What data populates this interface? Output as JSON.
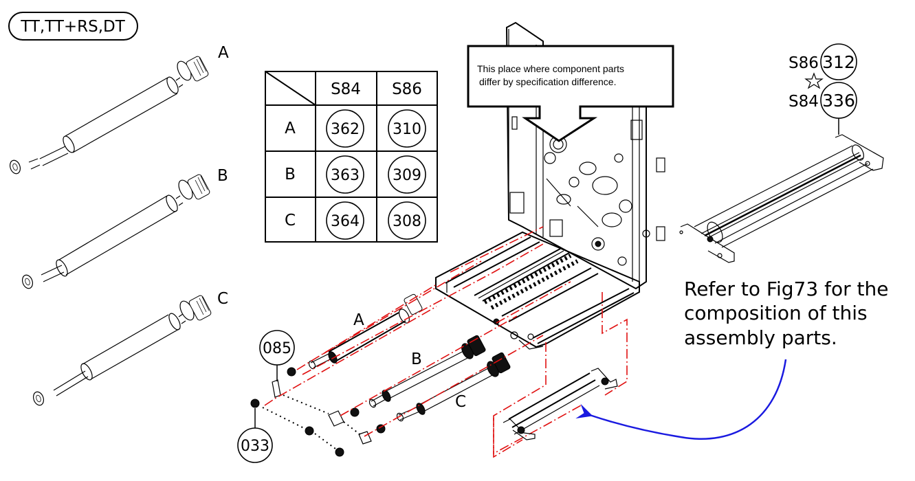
{
  "diagram": {
    "model_badge": "TT,TT+RS,DT",
    "rollers": [
      {
        "label": "A"
      },
      {
        "label": "B"
      },
      {
        "label": "C"
      }
    ],
    "spec_table": {
      "columns": [
        "S84",
        "S86"
      ],
      "rows": [
        {
          "label": "A",
          "S84": "362",
          "S86": "310"
        },
        {
          "label": "B",
          "S84": "363",
          "S86": "309"
        },
        {
          "label": "C",
          "S84": "364",
          "S86": "308"
        }
      ]
    },
    "callout": {
      "line1": "This place where component parts",
      "line2": "differ by specification difference."
    },
    "assembly_parts": {
      "upper": {
        "spec": "S86",
        "part": "312"
      },
      "separator_icon": "star-icon",
      "lower": {
        "spec": "S84",
        "part": "336"
      }
    },
    "exploded_labels": {
      "roller_a": "A",
      "roller_b": "B",
      "roller_c": "C"
    },
    "part_numbers": {
      "bracket": "085",
      "screw": "033"
    },
    "reference_note": {
      "line1": "Refer to Fig73 for the",
      "line2": "composition of this",
      "line3": "assembly parts."
    },
    "colors": {
      "explode_line": "#e01010",
      "reference_arrow": "#1a1ae0",
      "line_art": "#000000"
    }
  }
}
